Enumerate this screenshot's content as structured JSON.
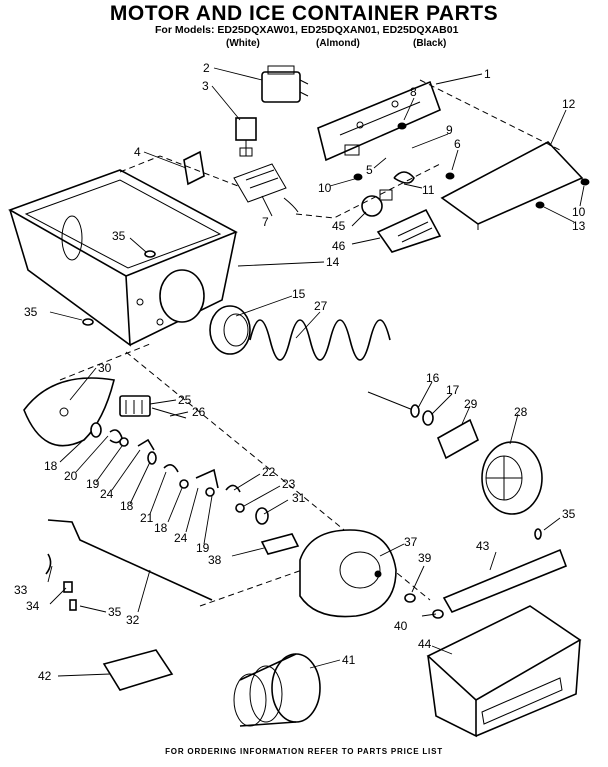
{
  "header": {
    "title": "MOTOR AND ICE CONTAINER PARTS",
    "models": "For Models: ED25DQXAW01, ED25DQXAN01, ED25DQXAB01",
    "color_white": "(White)",
    "color_almond": "(Almond)",
    "color_black": "(Black)"
  },
  "callouts": [
    "1",
    "2",
    "3",
    "4",
    "5",
    "6",
    "7",
    "8",
    "9",
    "10",
    "10",
    "11",
    "12",
    "13",
    "14",
    "15",
    "16",
    "17",
    "18",
    "18",
    "18",
    "19",
    "19",
    "20",
    "21",
    "22",
    "23",
    "24",
    "24",
    "25",
    "26",
    "27",
    "28",
    "29",
    "30",
    "31",
    "32",
    "33",
    "34",
    "35",
    "35",
    "35",
    "35",
    "37",
    "38",
    "39",
    "40",
    "41",
    "42",
    "43",
    "44",
    "45",
    "46"
  ],
  "footer": "FOR ORDERING INFORMATION REFER TO PARTS PRICE LIST"
}
